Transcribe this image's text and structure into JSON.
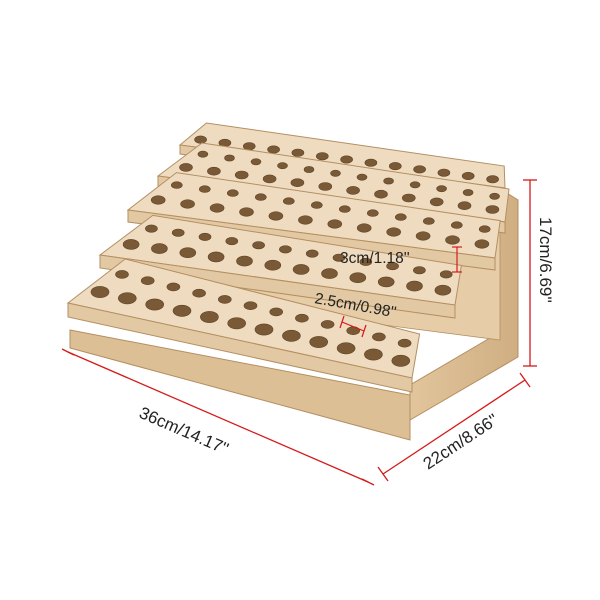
{
  "image": {
    "subject": "wooden-paint-rack"
  },
  "dimensions": {
    "width_label": "36cm/14.17''",
    "depth_label": "22cm/8.66''",
    "height_label": "17cm/6.69''",
    "step_height_label": "3cm/1.18''",
    "hole_diameter_label": "2.5cm/0.98''"
  },
  "colors": {
    "dimension_line": "#d61a1a",
    "wood_light": "#efdcc0",
    "wood_mid": "#e3c9a3",
    "wood_dark": "#c9a77c",
    "hole": "#7a5a36",
    "background": "#ffffff"
  }
}
